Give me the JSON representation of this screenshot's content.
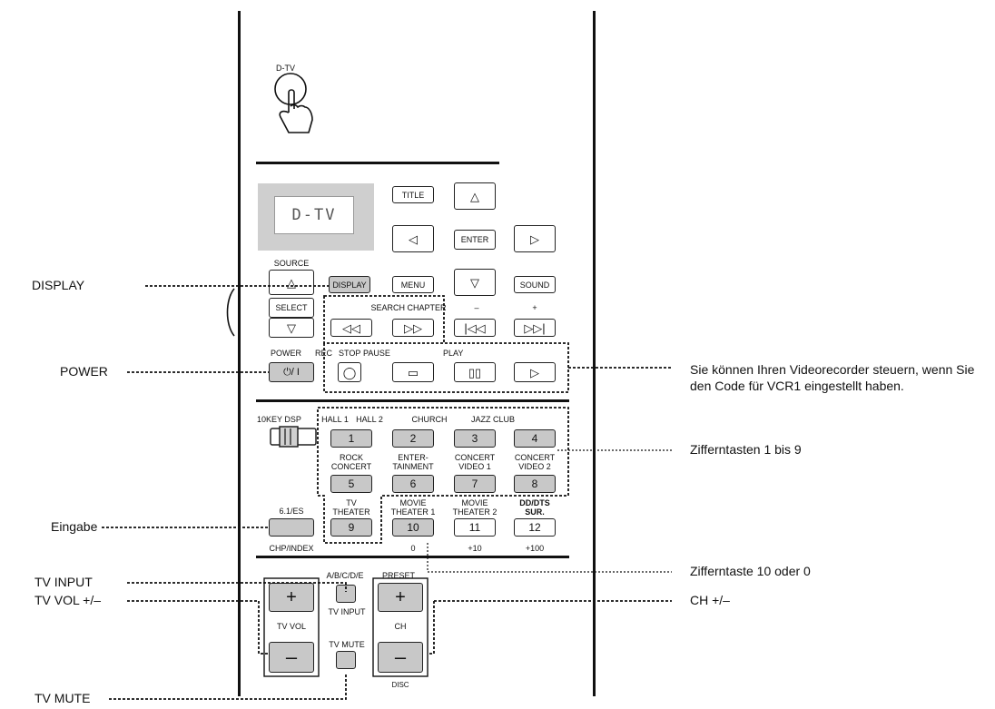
{
  "remote": {
    "dtv_label": "D-TV",
    "display_text": "D-TV",
    "source_label": "SOURCE",
    "select_label": "SELECT",
    "display_button": "DISPLAY",
    "menu_button": "MENU",
    "title_button": "TITLE",
    "enter_button": "ENTER",
    "sound_button": "SOUND",
    "search_chapter_label": "SEARCH CHAPTER",
    "chapter_minus": "–",
    "chapter_plus": "+",
    "power_label": "POWER",
    "rec_label": "REC",
    "stop_label": "STOP",
    "pause_label": "PAUSE",
    "play_label": "PLAY",
    "power_symbol": "⏻/ I",
    "switch_label": "10KEY DSP",
    "modes": {
      "hall1": "HALL 1",
      "hall2": "HALL 2",
      "church": "CHURCH",
      "jazz": "JAZZ CLUB",
      "rock": "ROCK\nCONCERT",
      "enter_tain": "ENTER-\nTAINMENT",
      "cv1": "CONCERT\nVIDEO 1",
      "cv2": "CONCERT\nVIDEO 2",
      "es": "6.1/ES",
      "tvth": "TV\nTHEATER",
      "mth1": "MOVIE\nTHEATER 1",
      "mth2": "MOVIE\nTHEATER 2",
      "dts": "DD/DTS\nSUR."
    },
    "keys": [
      "1",
      "2",
      "3",
      "4",
      "5",
      "6",
      "7",
      "8",
      "9",
      "10",
      "11",
      "12"
    ],
    "chp_index": "CHP/INDEX",
    "sub_0": "0",
    "sub_10": "+10",
    "sub_100": "+100",
    "abcde": "A/B/C/D/E",
    "preset": "PRESET",
    "tv_vol": "TV VOL",
    "tv_input": "TV INPUT",
    "tv_mute": "TV MUTE",
    "ch": "CH",
    "disc": "DISC",
    "plus": "+",
    "minus": "–"
  },
  "callouts": {
    "display": "DISPLAY",
    "power": "POWER",
    "eingabe": "Eingabe",
    "tv_input": "TV INPUT",
    "tv_vol": "TV VOL +/–",
    "tv_mute": "TV MUTE",
    "vcr_note": "Sie können Ihren Videorecorder steuern, wenn Sie den Code für VCR1 eingestellt haben.",
    "digits_1_9": "Zifferntasten 1 bis 9",
    "digit_10": "Zifferntaste 10 oder 0",
    "ch": "CH +/–"
  }
}
